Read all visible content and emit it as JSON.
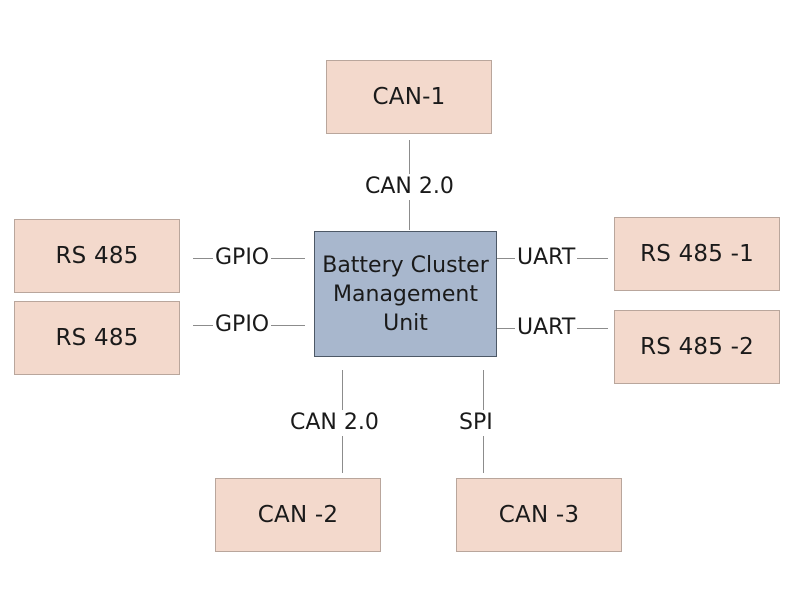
{
  "center": {
    "text": "Battery Cluster Management Unit"
  },
  "nodes": {
    "can1": "CAN-1",
    "can2": "CAN -2",
    "can3": "CAN -3",
    "rs485_top": "RS 485",
    "rs485_bottom": "RS 485",
    "rs485_1": "RS 485 -1",
    "rs485_2": "RS 485 -2"
  },
  "links": {
    "top": "CAN 2.0",
    "left_top": "GPIO",
    "left_bottom": "GPIO",
    "right_top": "UART",
    "right_bottom": "UART",
    "bottom_left": "CAN 2.0",
    "bottom_right": "SPI"
  },
  "colors": {
    "peripheral_fill": "#f3d9cc",
    "center_fill": "#a8b7cd",
    "connector": "#8c8c8c"
  }
}
